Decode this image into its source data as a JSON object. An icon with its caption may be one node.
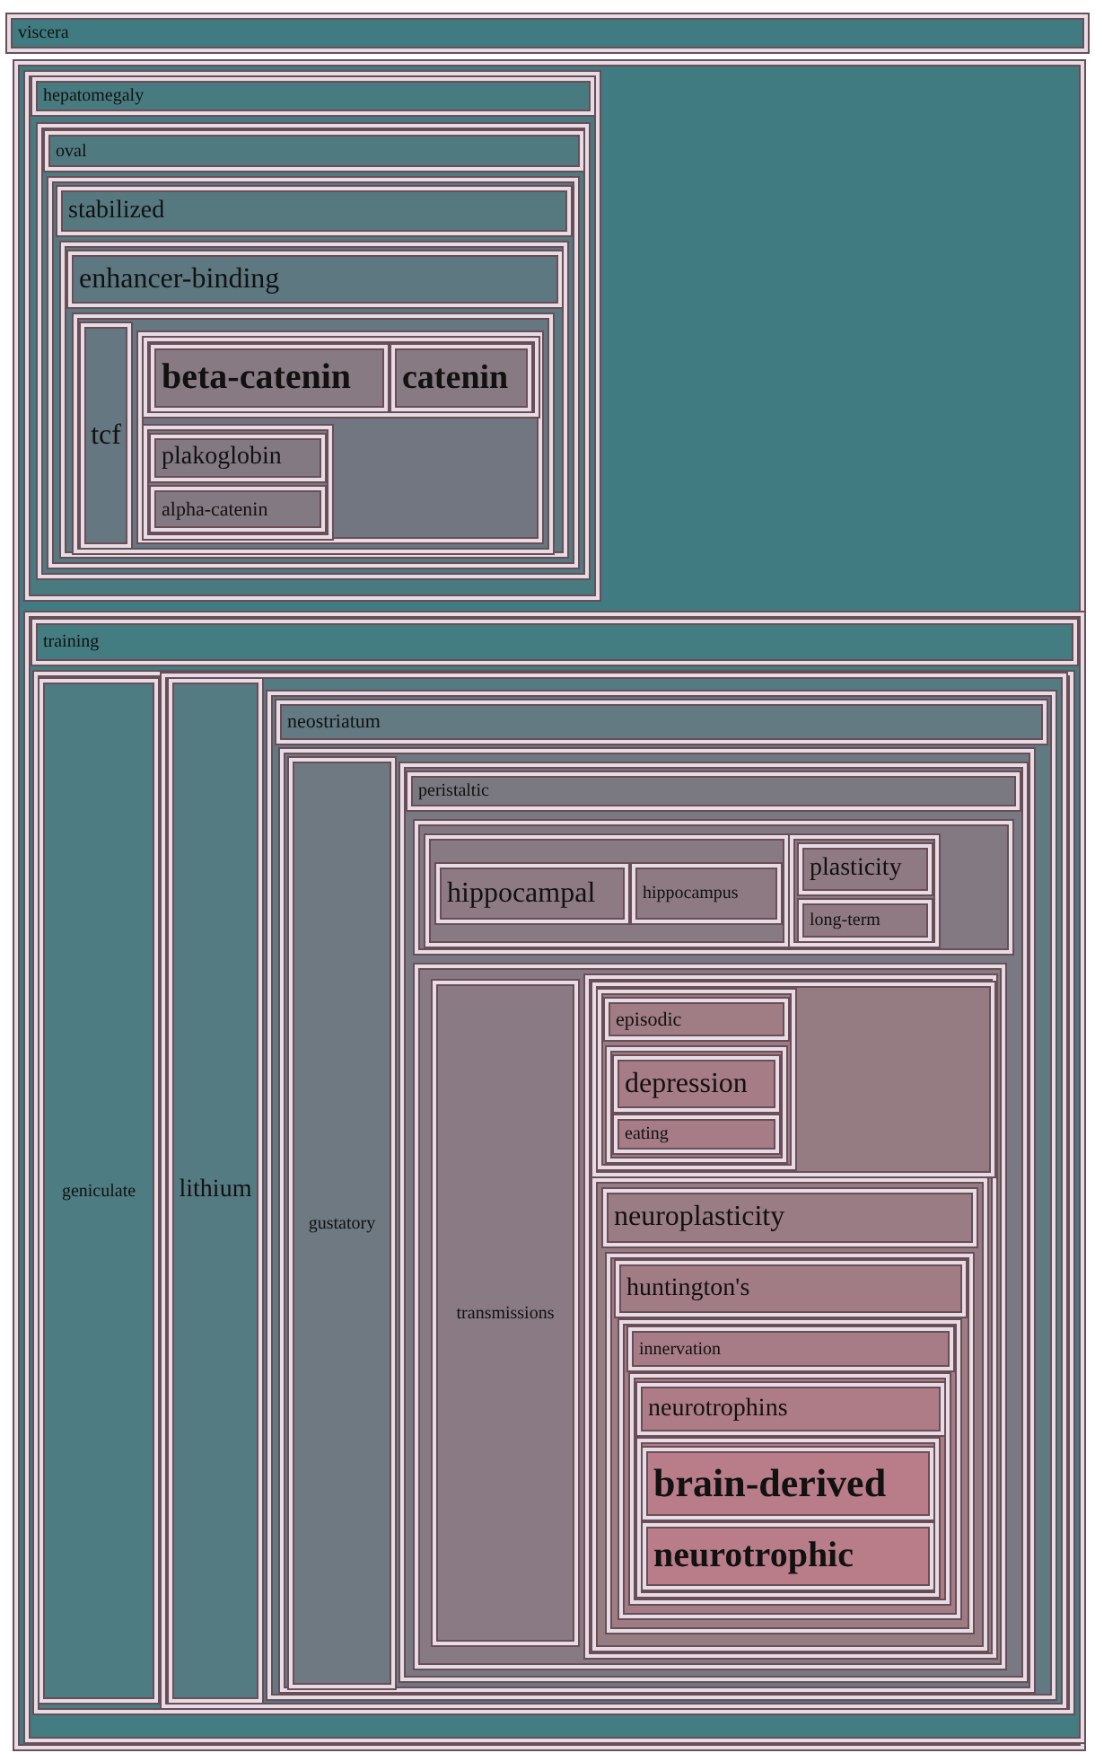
{
  "diagram": {
    "nodes": [
      {
        "text": [
          "viscera"
        ]
      },
      {
        "text": [
          "hepatomegaly"
        ]
      },
      {
        "text": [
          "oval"
        ]
      },
      {
        "text": [
          "stabilized"
        ]
      },
      {
        "text": [
          "enhancer-binding"
        ]
      },
      {
        "text": [
          "tcf"
        ]
      },
      {
        "text": [
          "beta-catenin"
        ]
      },
      {
        "text": [
          "catenin"
        ]
      },
      {
        "text": [
          "plakoglobin"
        ]
      },
      {
        "text": [
          "alpha-catenin"
        ]
      },
      {
        "text": [
          "training"
        ]
      },
      {
        "text": [
          "geniculate"
        ]
      },
      {
        "text": [
          "lithium"
        ]
      },
      {
        "text": [
          "neostriatum"
        ]
      },
      {
        "text": [
          "gustatory"
        ]
      },
      {
        "text": [
          "peristaltic"
        ]
      },
      {
        "text": [
          "hippocampal"
        ]
      },
      {
        "text": [
          "hippocampus"
        ]
      },
      {
        "text": [
          "plasticity"
        ]
      },
      {
        "text": [
          "long-term"
        ]
      },
      {
        "text": [
          "transmissions"
        ]
      },
      {
        "text": [
          "episodic"
        ]
      },
      {
        "text": [
          "depression"
        ]
      },
      {
        "text": [
          "eating"
        ]
      },
      {
        "text": [
          "neuroplasticity"
        ]
      },
      {
        "text": [
          "huntington's"
        ]
      },
      {
        "text": [
          "innervation"
        ]
      },
      {
        "text": [
          "neurotrophins"
        ]
      },
      {
        "text": [
          "brain-derived"
        ]
      },
      {
        "text": [
          "neurotrophic"
        ]
      }
    ]
  }
}
